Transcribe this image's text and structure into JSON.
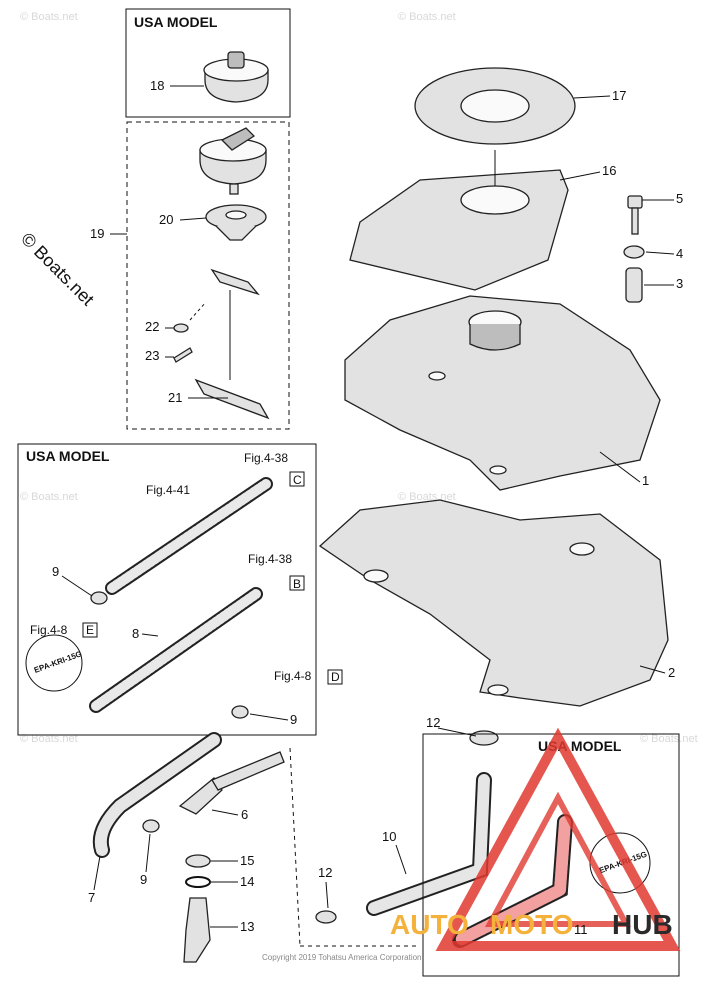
{
  "boxes": {
    "usa_cap": "USA MODEL",
    "usa_hoses": "USA MODEL",
    "usa_hose_bottom": "USA MODEL"
  },
  "callouts": [
    "1",
    "2",
    "3",
    "4",
    "5",
    "6",
    "7",
    "8",
    "9",
    "9",
    "9",
    "10",
    "11",
    "12",
    "12",
    "13",
    "14",
    "15",
    "16",
    "17",
    "18",
    "19",
    "20",
    "21",
    "22",
    "23"
  ],
  "fig_refs": {
    "top_fig": "Fig.4-38",
    "top_letter": "C",
    "hose41": "Fig.4-41",
    "mid_fig": "Fig.4-38",
    "mid_letter": "B",
    "left_fig": "Fig.4-8",
    "left_letter": "E",
    "lower_fig": "Fig.4-8",
    "lower_letter": "D"
  },
  "epa_tags": [
    "EPA-KRI-15G",
    "EPA-KRI-15G"
  ],
  "watermarks": {
    "boats": "© Boats.net",
    "boats_side": "© Boats.net",
    "brand_a": "AUTO",
    "brand_b": "MOTO",
    "brand_c": "HUB"
  },
  "copyright": "Copyright 2019 Tohatsu America Corporation",
  "colors": {
    "line": "#111111",
    "part_fill": "#e2e2e2",
    "watermark_red": "#e03a2f",
    "watermark_orange": "#f4b23c",
    "watermark_dark": "#2a2a2a"
  }
}
